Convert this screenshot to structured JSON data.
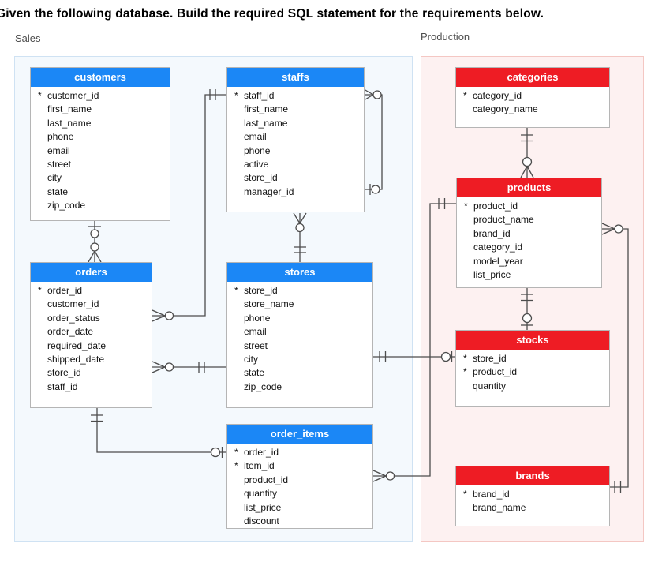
{
  "title": "Given the following database. Build the required SQL statement for the requirements below.",
  "colors": {
    "sales_header": "#1b87f6",
    "production_header": "#ee1c24",
    "sales_region_bg": "#f4f9fd",
    "sales_region_border": "#cfe2f3",
    "production_region_bg": "#fdf1f1",
    "production_region_border": "#f4c7c3",
    "line": "#4c4c4c"
  },
  "diagram": {
    "regions": [
      {
        "label": "Sales"
      },
      {
        "label": "Production"
      }
    ],
    "tables": {
      "customers": {
        "title": "customers",
        "schema": "Sales",
        "fields": [
          {
            "name": "customer_id",
            "pk": true
          },
          {
            "name": "first_name",
            "pk": false
          },
          {
            "name": "last_name",
            "pk": false
          },
          {
            "name": "phone",
            "pk": false
          },
          {
            "name": "email",
            "pk": false
          },
          {
            "name": "street",
            "pk": false
          },
          {
            "name": "city",
            "pk": false
          },
          {
            "name": "state",
            "pk": false
          },
          {
            "name": "zip_code",
            "pk": false
          }
        ]
      },
      "staffs": {
        "title": "staffs",
        "schema": "Sales",
        "fields": [
          {
            "name": "staff_id",
            "pk": true
          },
          {
            "name": "first_name",
            "pk": false
          },
          {
            "name": "last_name",
            "pk": false
          },
          {
            "name": "email",
            "pk": false
          },
          {
            "name": "phone",
            "pk": false
          },
          {
            "name": "active",
            "pk": false
          },
          {
            "name": "store_id",
            "pk": false
          },
          {
            "name": "manager_id",
            "pk": false
          }
        ]
      },
      "orders": {
        "title": "orders",
        "schema": "Sales",
        "fields": [
          {
            "name": "order_id",
            "pk": true
          },
          {
            "name": "customer_id",
            "pk": false
          },
          {
            "name": "order_status",
            "pk": false
          },
          {
            "name": "order_date",
            "pk": false
          },
          {
            "name": "required_date",
            "pk": false
          },
          {
            "name": "shipped_date",
            "pk": false
          },
          {
            "name": "store_id",
            "pk": false
          },
          {
            "name": "staff_id",
            "pk": false
          }
        ]
      },
      "stores": {
        "title": "stores",
        "schema": "Sales",
        "fields": [
          {
            "name": "store_id",
            "pk": true
          },
          {
            "name": "store_name",
            "pk": false
          },
          {
            "name": "phone",
            "pk": false
          },
          {
            "name": "email",
            "pk": false
          },
          {
            "name": "street",
            "pk": false
          },
          {
            "name": "city",
            "pk": false
          },
          {
            "name": "state",
            "pk": false
          },
          {
            "name": "zip_code",
            "pk": false
          }
        ]
      },
      "order_items": {
        "title": "order_items",
        "schema": "Sales",
        "fields": [
          {
            "name": "order_id",
            "pk": true
          },
          {
            "name": "item_id",
            "pk": true
          },
          {
            "name": "product_id",
            "pk": false
          },
          {
            "name": "quantity",
            "pk": false
          },
          {
            "name": "list_price",
            "pk": false
          },
          {
            "name": "discount",
            "pk": false
          }
        ]
      },
      "categories": {
        "title": "categories",
        "schema": "Production",
        "fields": [
          {
            "name": "category_id",
            "pk": true
          },
          {
            "name": "category_name",
            "pk": false
          }
        ]
      },
      "products": {
        "title": "products",
        "schema": "Production",
        "fields": [
          {
            "name": "product_id",
            "pk": true
          },
          {
            "name": "product_name",
            "pk": false
          },
          {
            "name": "brand_id",
            "pk": false
          },
          {
            "name": "category_id",
            "pk": false
          },
          {
            "name": "model_year",
            "pk": false
          },
          {
            "name": "list_price",
            "pk": false
          }
        ]
      },
      "stocks": {
        "title": "stocks",
        "schema": "Production",
        "fields": [
          {
            "name": "store_id",
            "pk": true
          },
          {
            "name": "product_id",
            "pk": true
          },
          {
            "name": "quantity",
            "pk": false
          }
        ]
      },
      "brands": {
        "title": "brands",
        "schema": "Production",
        "fields": [
          {
            "name": "brand_id",
            "pk": true
          },
          {
            "name": "brand_name",
            "pk": false
          }
        ]
      }
    },
    "relationships": [
      {
        "from": "orders.customer_id",
        "to": "customers.customer_id",
        "from_cardinality": "zero-or-many",
        "to_cardinality": "zero-or-one"
      },
      {
        "from": "orders.staff_id",
        "to": "staffs.staff_id",
        "from_cardinality": "zero-or-many",
        "to_cardinality": "one"
      },
      {
        "from": "orders.store_id",
        "to": "stores.store_id",
        "from_cardinality": "zero-or-many",
        "to_cardinality": "one"
      },
      {
        "from": "staffs.store_id",
        "to": "stores.store_id",
        "from_cardinality": "zero-or-many",
        "to_cardinality": "one"
      },
      {
        "from": "staffs.manager_id",
        "to": "staffs.staff_id",
        "from_cardinality": "zero-or-one",
        "to_cardinality": "zero-or-many"
      },
      {
        "from": "order_items.order_id",
        "to": "orders.order_id",
        "from_cardinality": "zero-or-one",
        "to_cardinality": "one"
      },
      {
        "from": "order_items.product_id",
        "to": "products.product_id",
        "from_cardinality": "zero-or-many",
        "to_cardinality": "one"
      },
      {
        "from": "products.brand_id",
        "to": "brands.brand_id",
        "from_cardinality": "zero-or-many",
        "to_cardinality": "one"
      },
      {
        "from": "products.category_id",
        "to": "categories.category_id",
        "from_cardinality": "zero-or-many",
        "to_cardinality": "one"
      },
      {
        "from": "stocks.product_id",
        "to": "products.product_id",
        "from_cardinality": "zero-or-one",
        "to_cardinality": "one"
      },
      {
        "from": "stocks.store_id",
        "to": "stores.store_id",
        "from_cardinality": "zero-or-one",
        "to_cardinality": "one"
      }
    ]
  }
}
